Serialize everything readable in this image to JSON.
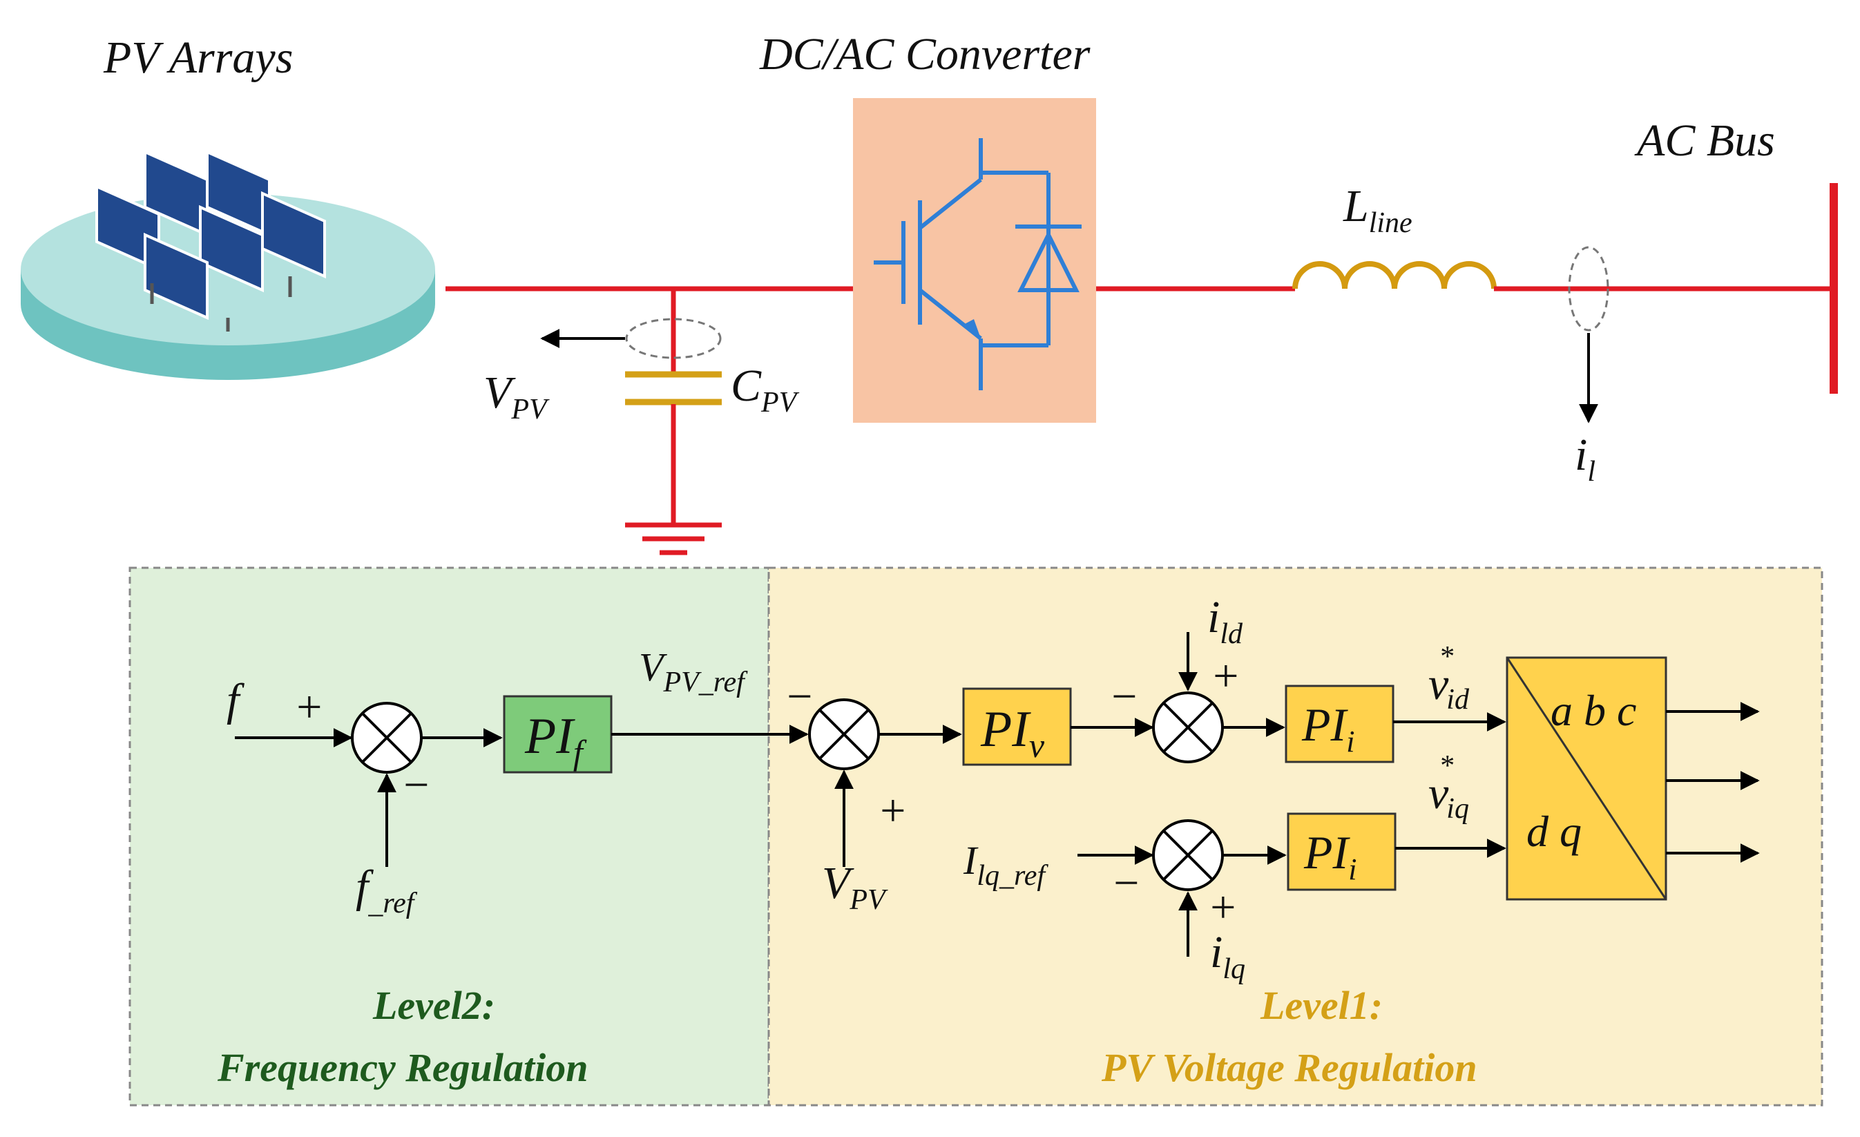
{
  "power_circuit": {
    "pv_arrays": "PV Arrays",
    "converter": "DC/AC Converter",
    "ac_bus": "AC Bus",
    "inductor": {
      "main": "L",
      "sub": "line"
    },
    "capacitor": {
      "main": "C",
      "sub": "PV"
    },
    "voltage": {
      "main": "V",
      "sub": "PV"
    },
    "current": {
      "main": "i",
      "sub": "l"
    }
  },
  "control": {
    "level2": {
      "title": "Level2:",
      "subtitle": "Frequency Regulation",
      "input_f": "f",
      "input_f_ref": {
        "main": "f",
        "sub": "_ref"
      },
      "pi": {
        "main": "PI",
        "sub": "f"
      },
      "output": {
        "main": "V",
        "sub": "PV_ref"
      },
      "sign_plus": "+",
      "sign_minus": "−"
    },
    "level1": {
      "title": "Level1:",
      "subtitle": "PV Voltage Regulation",
      "v_pv": {
        "main": "V",
        "sub": "PV"
      },
      "pi_v": {
        "main": "PI",
        "sub": "v"
      },
      "pi_i": {
        "main": "PI",
        "sub": "i"
      },
      "i_ld": {
        "main": "i",
        "sub": "ld"
      },
      "i_lq": {
        "main": "i",
        "sub": "lq"
      },
      "i_lq_ref": {
        "main": "I",
        "sub": "lq_ref"
      },
      "v_id": {
        "main": "v",
        "sup": "*",
        "sub": "id"
      },
      "v_iq": {
        "main": "v",
        "sup": "*",
        "sub": "iq"
      },
      "abc": "a b c",
      "dq": "d q",
      "sign_plus": "+",
      "sign_minus": "−"
    }
  },
  "colors": {
    "line_red": "#e01b24",
    "capacitor": "#d4a017",
    "inductor": "#d49a10",
    "igbt": "#2f7fd6",
    "converter_bg": "#f8c4a4",
    "level2_bg": "#dff0da",
    "level1_bg": "#fbf0cc",
    "pi_f_fill": "#7ecb7a",
    "pi_fill": "#ffd24d",
    "level2_text": "#1e5a1e",
    "level1_text": "#d4a017"
  }
}
